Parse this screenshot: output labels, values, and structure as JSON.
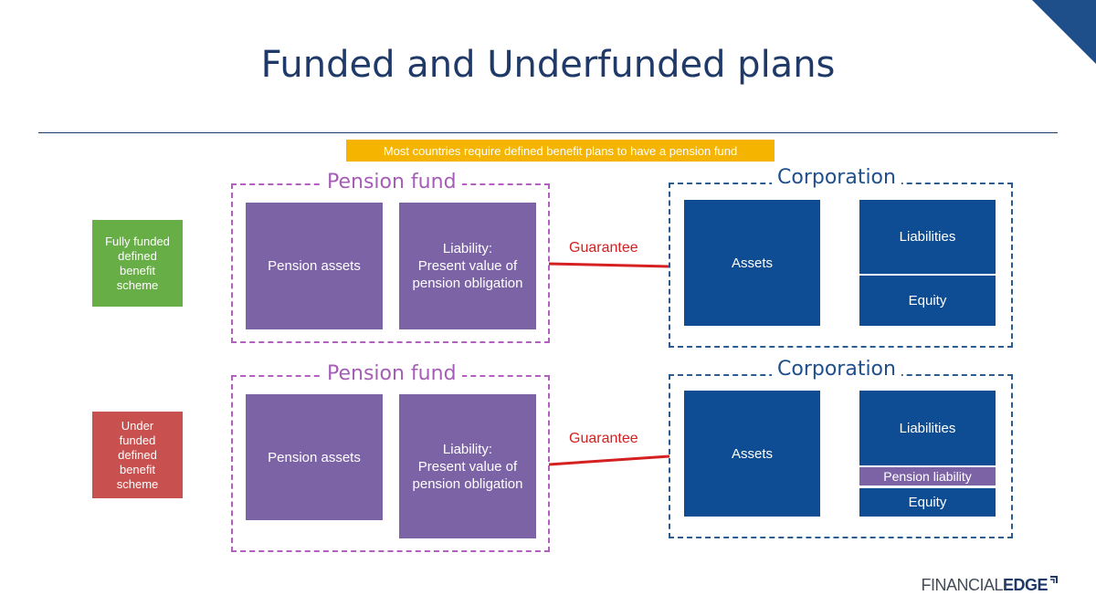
{
  "title": "Funded and Underfunded plans",
  "note": "Most countries require defined benefit plans to have a pension fund",
  "rows": [
    {
      "label": "Fully funded defined benefit scheme",
      "pension_fund_title": "Pension fund",
      "pension_assets": "Pension assets",
      "liability": "Liability:\nPresent value of\npension obligation",
      "guarantee": "Guarantee",
      "corporation_title": "Corporation",
      "assets": "Assets",
      "liabilities": "Liabilities",
      "equity": "Equity"
    },
    {
      "label": "Under funded defined benefit scheme",
      "pension_fund_title": "Pension fund",
      "pension_assets": "Pension assets",
      "liability": "Liability:\nPresent value of\npension obligation",
      "guarantee": "Guarantee",
      "corporation_title": "Corporation",
      "assets": "Assets",
      "liabilities": "Liabilities",
      "pension_liability": "Pension liability",
      "equity": "Equity"
    }
  ],
  "logo": {
    "part1": "FINANCIAL",
    "part2": "EDGE"
  },
  "colors": {
    "title": "#1f3a68",
    "note_bg": "#f5b400",
    "fully_funded": "#68ae47",
    "under_funded": "#c8504e",
    "pension_box": "#7c63a6",
    "corporation_box": "#0e4d93",
    "guarantee_line": "#d42020"
  }
}
